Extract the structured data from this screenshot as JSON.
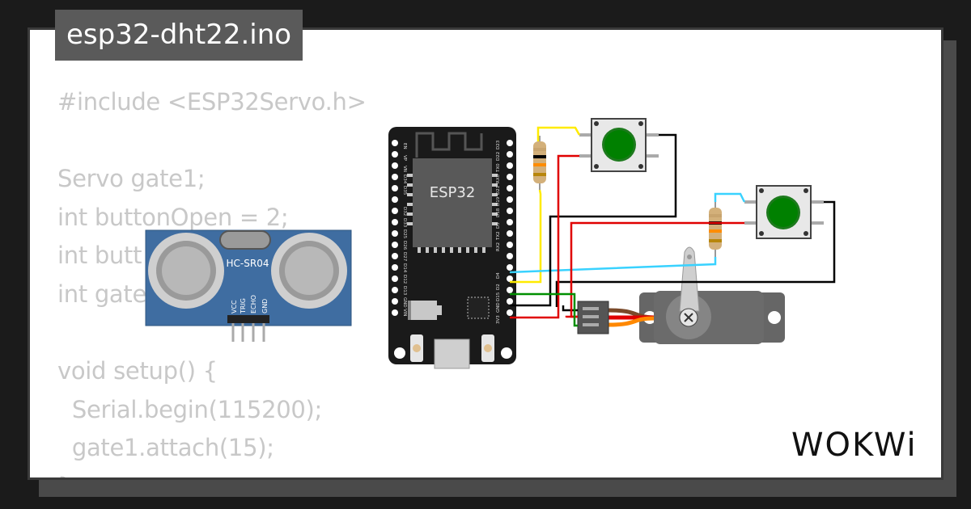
{
  "window": {
    "title": "esp32-dht22.ino"
  },
  "code": {
    "lines": [
      "#include <ESP32Servo.h>",
      "",
      "Servo gate1;",
      "int buttonOpen = 2;",
      "int butt",
      "int gate",
      "",
      "void setup() {",
      "  Serial.begin(115200);",
      "  gate1.attach(15);",
      "}"
    ]
  },
  "components": {
    "esp32": {
      "label": "ESP32",
      "left_pins": [
        "EN",
        "VP",
        "VN",
        "D34",
        "D35",
        "D32",
        "D33",
        "D25",
        "D26",
        "D27",
        "D14",
        "D12",
        "D13",
        "GND",
        "VIN"
      ],
      "right_pins": [
        "D23",
        "D22",
        "TX0",
        "RX0",
        "D21",
        "D19",
        "D18",
        "D5",
        "TX2",
        "RX2",
        "D4",
        "D2",
        "D15",
        "GND",
        "3V3"
      ]
    },
    "ultrasonic": {
      "label": "HC-SR04",
      "pins": [
        "VCC",
        "TRIG",
        "ECHO",
        "GND"
      ]
    },
    "pushbutton": {
      "color": "#008000"
    },
    "servo": {
      "body_color": "#666666"
    }
  },
  "colors": {
    "wire_yellow": "#ffeb00",
    "wire_cyan": "#39d2ff",
    "wire_red": "#e00000",
    "wire_green": "#008f00",
    "wire_black": "#000000",
    "wire_orange": "#ff8800"
  },
  "brand": {
    "logo": "WOKWi"
  }
}
